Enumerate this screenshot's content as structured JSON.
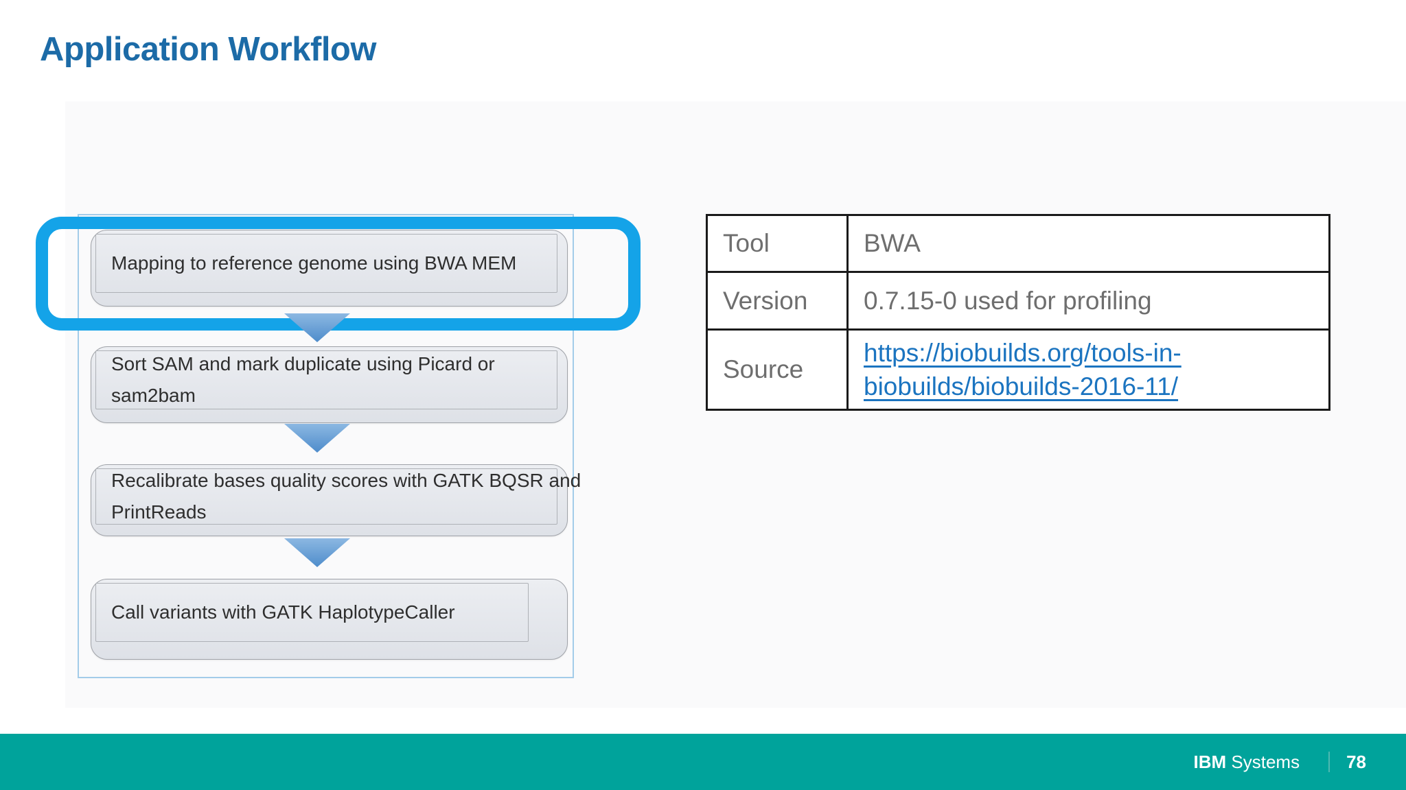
{
  "slide": {
    "title": "Application Workflow",
    "workflow": {
      "steps": [
        {
          "lines": [
            "Mapping to reference genome using BWA MEM"
          ],
          "highlighted": true
        },
        {
          "lines": [
            "Sort SAM and mark duplicate using Picard or",
            "sam2bam"
          ],
          "highlighted": false
        },
        {
          "lines": [
            "Recalibrate bases quality scores with GATK BQSR and",
            "PrintReads"
          ],
          "highlighted": false
        },
        {
          "lines": [
            "Call variants with GATK HaplotypeCaller"
          ],
          "highlighted": false
        }
      ],
      "arrow_color": "#5b9bd5",
      "highlight_color": "#14a3e8"
    },
    "table": {
      "rows": [
        {
          "label": "Tool",
          "value": "BWA"
        },
        {
          "label": "Version",
          "value": "0.7.15-0 used for profiling"
        },
        {
          "label": "Source",
          "value_line1": "https://biobuilds.org/tools-in-",
          "value_line2": "biobuilds/biobuilds-2016-11/",
          "url": "https://biobuilds.org/tools-in-biobuilds/biobuilds-2016-11/"
        }
      ]
    },
    "footer": {
      "brand_bold": "IBM",
      "brand_regular": "Systems",
      "page_number": "78",
      "bar_color": "#00a39b"
    },
    "colors": {
      "title_blue": "#1c6ba7",
      "link_blue": "#1b74c0",
      "footer_teal": "#00a39b",
      "highlight_blue": "#14a3e8"
    }
  }
}
